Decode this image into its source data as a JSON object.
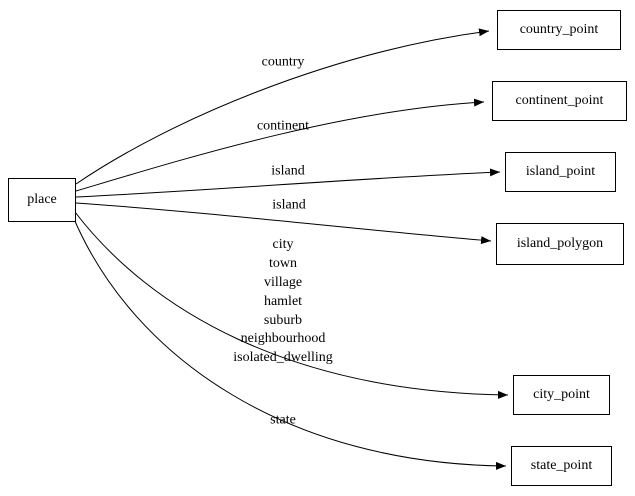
{
  "diagram": {
    "background": "#ffffff",
    "stroke_color": "#000000",
    "nodes": {
      "place": {
        "label": "place"
      },
      "country_point": {
        "label": "country_point"
      },
      "continent_point": {
        "label": "continent_point"
      },
      "island_point": {
        "label": "island_point"
      },
      "island_polygon": {
        "label": "island_polygon"
      },
      "city_point": {
        "label": "city_point"
      },
      "state_point": {
        "label": "state_point"
      }
    },
    "edges": {
      "country": {
        "from": "place",
        "to": "country_point",
        "label": "country"
      },
      "continent": {
        "from": "place",
        "to": "continent_point",
        "label": "continent"
      },
      "island_point": {
        "from": "place",
        "to": "island_point",
        "label": "island"
      },
      "island_polygon": {
        "from": "place",
        "to": "island_polygon",
        "label": "island"
      },
      "city": {
        "from": "place",
        "to": "city_point",
        "label": "city\ntown\nvillage\nhamlet\nsuburb\nneighbourhood\nisolated_dwelling"
      },
      "state": {
        "from": "place",
        "to": "state_point",
        "label": "state"
      }
    }
  }
}
